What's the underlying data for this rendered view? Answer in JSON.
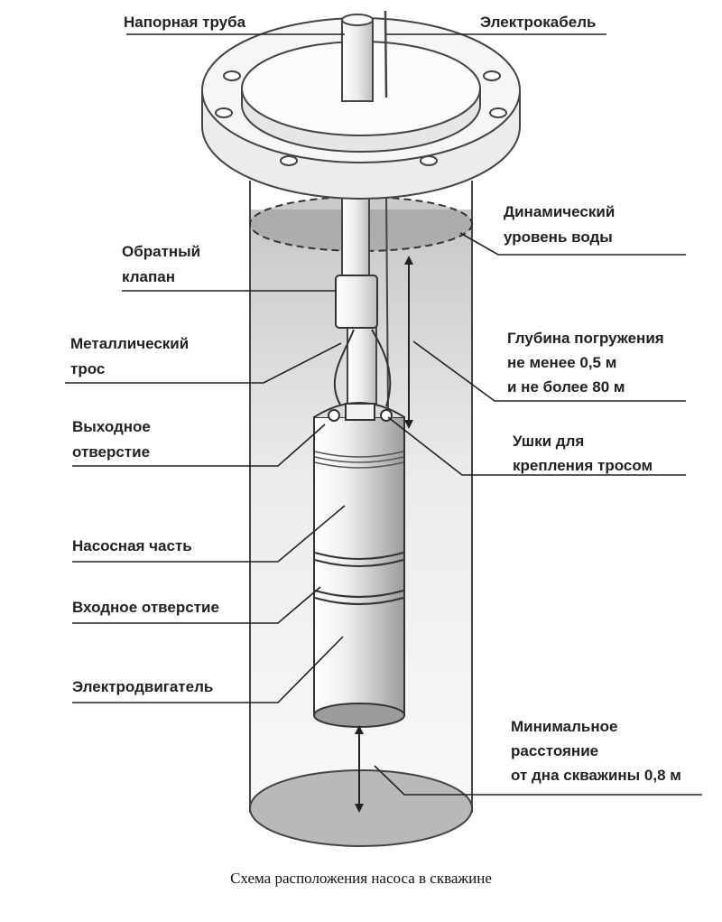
{
  "labels": {
    "pressure_pipe": "Напорная труба",
    "power_cable": "Электрокабель",
    "dynamic_level_1": "Динамический",
    "dynamic_level_2": "уровень воды",
    "check_valve_1": "Обратный",
    "check_valve_2": "клапан",
    "steel_rope_1": "Металлический",
    "steel_rope_2": "трос",
    "immersion_depth_1": "Глубина погружения",
    "immersion_depth_2": "не менее 0,5 м",
    "immersion_depth_3": "и не более 80 м",
    "outlet_1": "Выходное",
    "outlet_2": "отверстие",
    "lugs_1": "Ушки для",
    "lugs_2": "крепления тросом",
    "pump_section": "Насосная часть",
    "inlet": "Входное отверстие",
    "motor": "Электродвигатель",
    "min_distance_1": "Минимальное",
    "min_distance_2": "расстояние",
    "min_distance_3": "от дна скважины 0,8 м"
  },
  "caption": "Схема расположения насоса в скважине"
}
